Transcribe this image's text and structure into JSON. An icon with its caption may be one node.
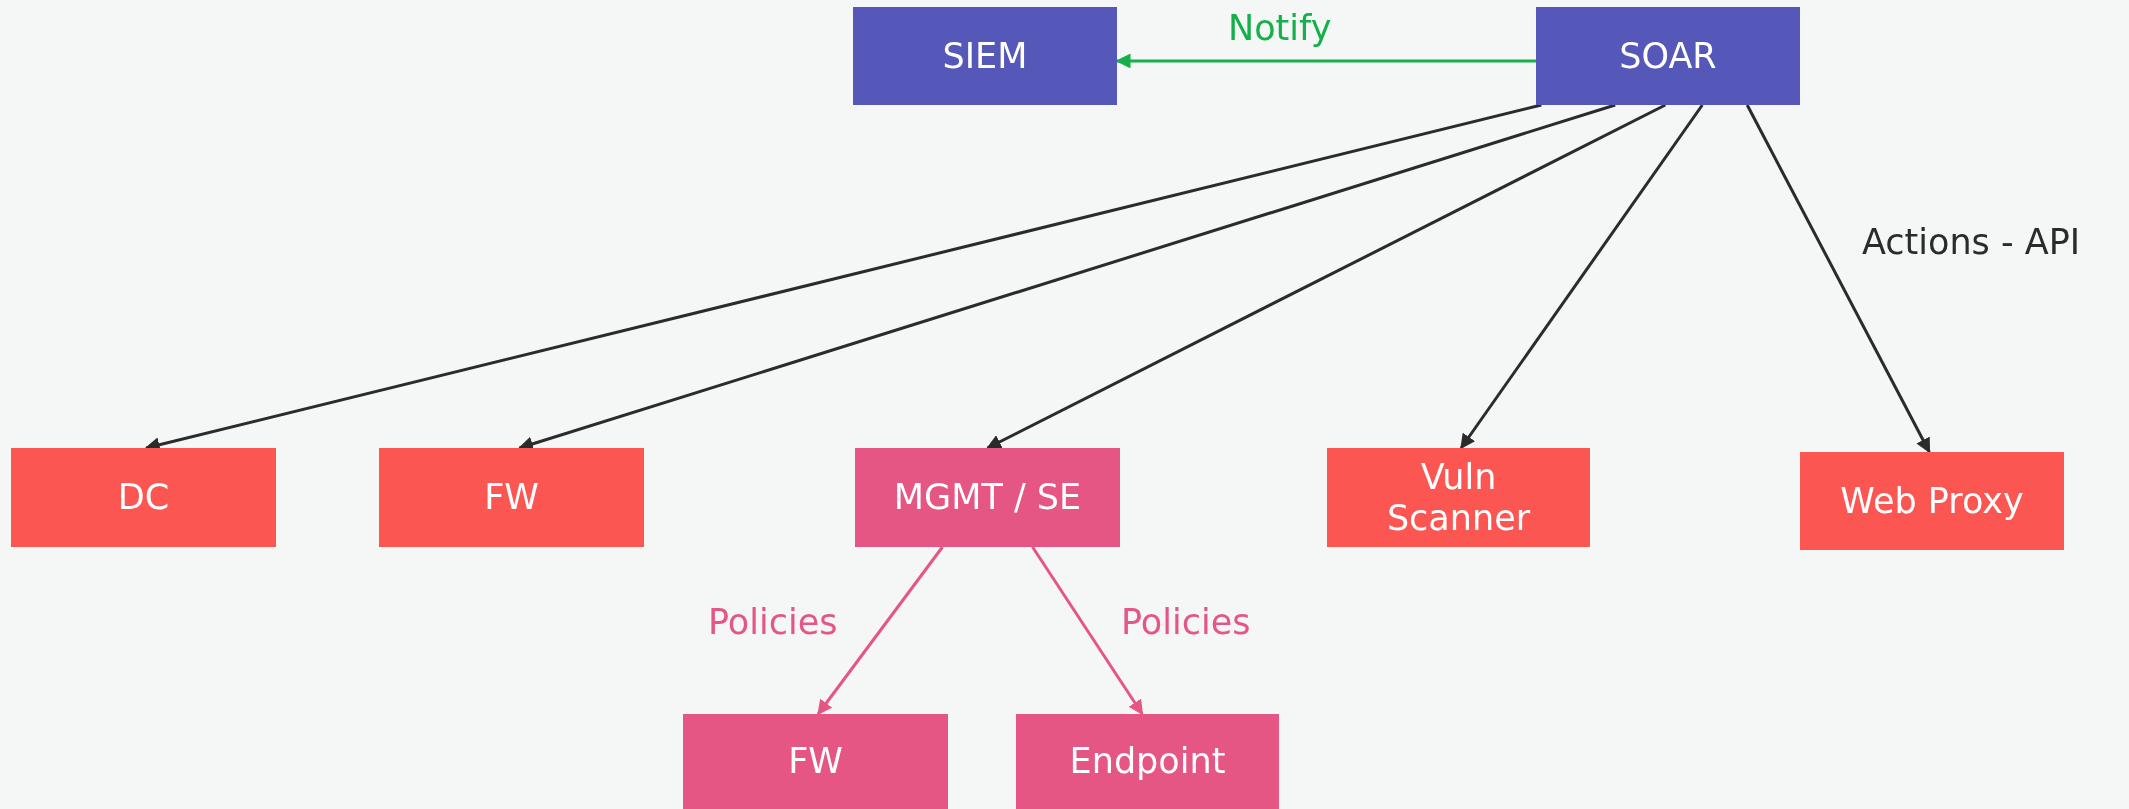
{
  "diagram": {
    "nodes": [
      {
        "text": [
          "SIEM"
        ]
      },
      {
        "text": [
          "SOAR"
        ]
      },
      {
        "text": [
          "DC"
        ]
      },
      {
        "text": [
          "FW"
        ]
      },
      {
        "text": [
          "MGMT / SE"
        ]
      },
      {
        "text": [
          "Vuln Scanner"
        ]
      },
      {
        "text": [
          "Web Proxy"
        ]
      },
      {
        "text": [
          "FW"
        ]
      },
      {
        "text": [
          "Endpoint"
        ]
      }
    ],
    "edges": [
      {
        "from": 1,
        "to": 0,
        "arrow": "to",
        "label": "Notify",
        "color": "#16b04b"
      },
      {
        "from": 1,
        "to": 2,
        "arrow": "to"
      },
      {
        "from": 1,
        "to": 3,
        "arrow": "to"
      },
      {
        "from": 1,
        "to": 4,
        "arrow": "to"
      },
      {
        "from": 1,
        "to": 5,
        "arrow": "to"
      },
      {
        "from": 1,
        "to": 6,
        "arrow": "to",
        "label": "Actions - API"
      },
      {
        "from": 4,
        "to": 7,
        "arrow": "to",
        "label": "Policies",
        "color": "#e55684"
      },
      {
        "from": 4,
        "to": 8,
        "arrow": "to",
        "label": "Policies",
        "color": "#e55684"
      }
    ]
  }
}
